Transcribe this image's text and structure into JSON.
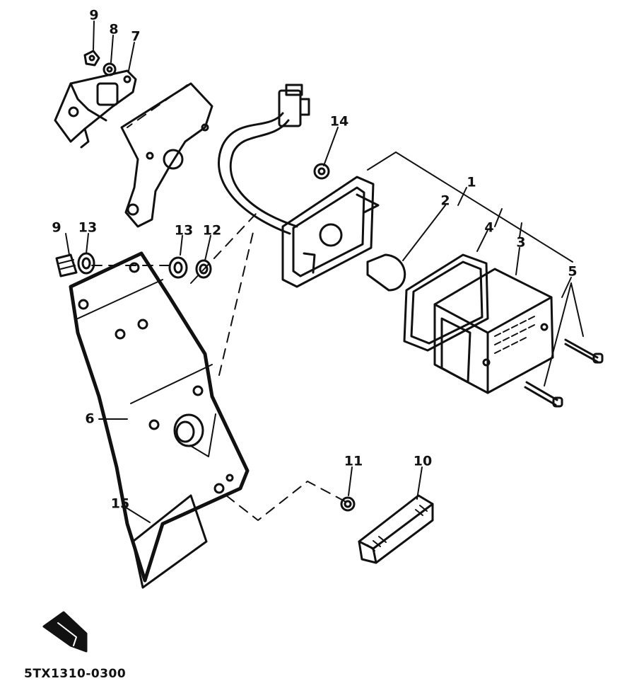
{
  "diagram": {
    "drawing_code": "5TX1310-0300",
    "callouts": {
      "c1": "1",
      "c2": "2",
      "c3": "3",
      "c4": "4",
      "c5": "5",
      "c6": "6",
      "c7": "7",
      "c8": "8",
      "c9a": "9",
      "c9b": "9",
      "c10": "10",
      "c11": "11",
      "c12": "12",
      "c13a": "13",
      "c13b": "13",
      "c14": "14",
      "c15": "15"
    },
    "ink_color": "#111111",
    "paper_color": "#ffffff"
  }
}
